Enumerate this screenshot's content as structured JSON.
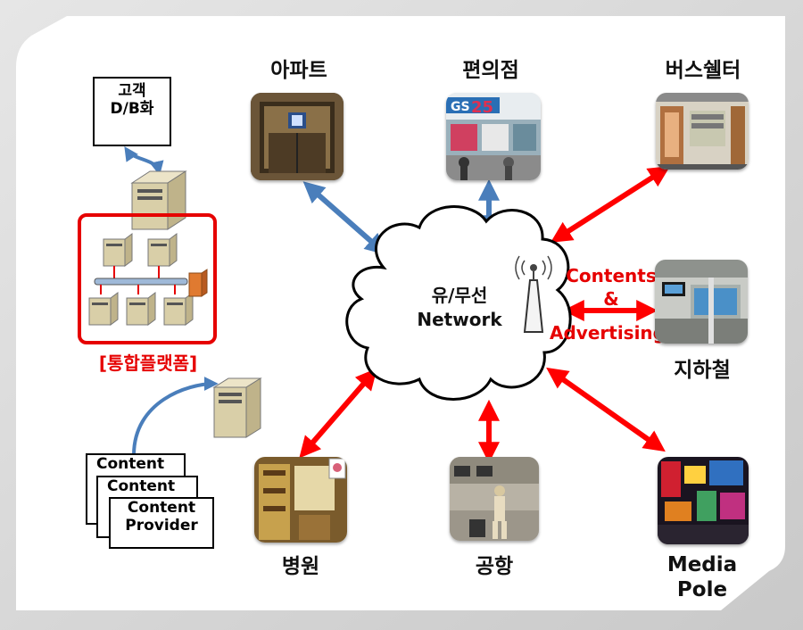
{
  "center": {
    "line1": "유/무선",
    "line2": "Network"
  },
  "contents_label": {
    "line1": "Contents",
    "line2": "&",
    "line3": "Advertising"
  },
  "nodes": {
    "apartment": "아파트",
    "convenience_store": "편의점",
    "bus_shelter": "버스쉘터",
    "subway": "지하철",
    "hospital": "병원",
    "airport": "공항",
    "media_pole_line1": "Media",
    "media_pole_line2": "Pole"
  },
  "platform": {
    "customer_db_line1": "고객",
    "customer_db_line2": "D/B화",
    "label": "[통합플랫폼]"
  },
  "content_provider": {
    "card1": "Content",
    "card2": "Content",
    "card3_line1": "Content",
    "card3_line2": "Provider"
  },
  "colors": {
    "arrow_red": "#ff0000",
    "arrow_blue": "#4a7ebb",
    "platform_border": "#e60000",
    "label_red": "#e60000"
  }
}
